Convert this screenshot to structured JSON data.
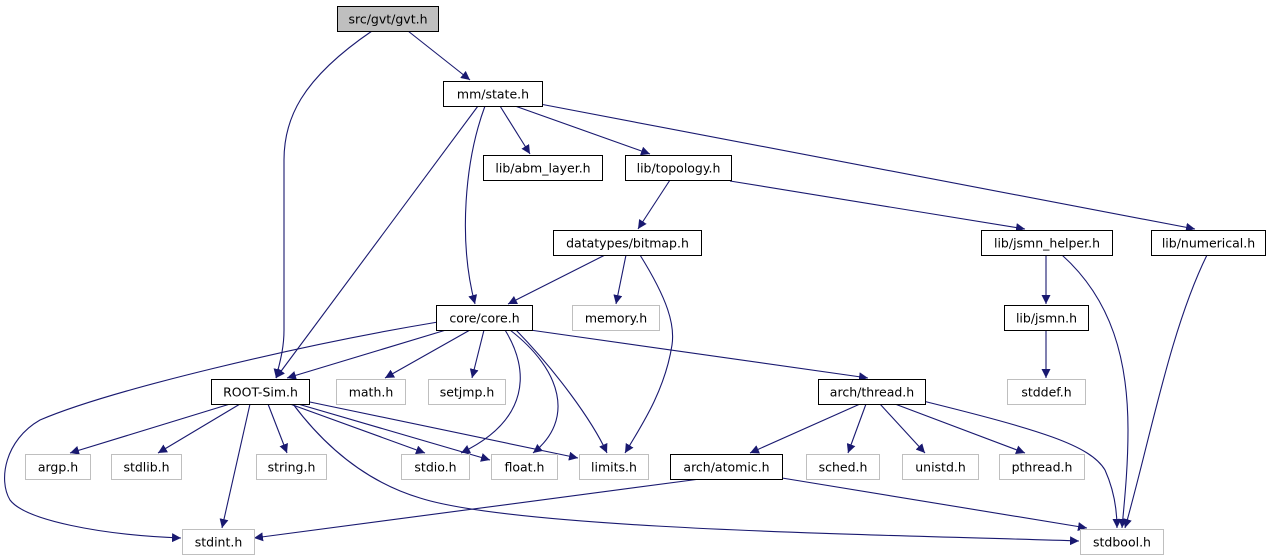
{
  "colors": {
    "edge": "#191970",
    "documented_border": "#000000",
    "undocumented_border": "#bfbfbf",
    "root_fill": "#bfbfbf",
    "node_fill": "#ffffff"
  },
  "nodes": {
    "src_gvt_gvt_h": {
      "label": "src/gvt/gvt.h",
      "kind": "root"
    },
    "mm_state_h": {
      "label": "mm/state.h",
      "kind": "documented"
    },
    "lib_abm_layer_h": {
      "label": "lib/abm_layer.h",
      "kind": "documented"
    },
    "lib_topology_h": {
      "label": "lib/topology.h",
      "kind": "documented"
    },
    "datatypes_bitmap_h": {
      "label": "datatypes/bitmap.h",
      "kind": "documented"
    },
    "lib_jsmn_helper_h": {
      "label": "lib/jsmn_helper.h",
      "kind": "documented"
    },
    "lib_numerical_h": {
      "label": "lib/numerical.h",
      "kind": "documented"
    },
    "core_core_h": {
      "label": "core/core.h",
      "kind": "documented"
    },
    "memory_h": {
      "label": "memory.h",
      "kind": "system"
    },
    "lib_jsmn_h": {
      "label": "lib/jsmn.h",
      "kind": "documented"
    },
    "root_sim_h": {
      "label": "ROOT-Sim.h",
      "kind": "documented"
    },
    "math_h": {
      "label": "math.h",
      "kind": "system"
    },
    "setjmp_h": {
      "label": "setjmp.h",
      "kind": "system"
    },
    "arch_thread_h": {
      "label": "arch/thread.h",
      "kind": "documented"
    },
    "stddef_h": {
      "label": "stddef.h",
      "kind": "system"
    },
    "argp_h": {
      "label": "argp.h",
      "kind": "system"
    },
    "stdlib_h": {
      "label": "stdlib.h",
      "kind": "system"
    },
    "string_h": {
      "label": "string.h",
      "kind": "system"
    },
    "stdio_h": {
      "label": "stdio.h",
      "kind": "system"
    },
    "float_h": {
      "label": "float.h",
      "kind": "system"
    },
    "limits_h": {
      "label": "limits.h",
      "kind": "system"
    },
    "arch_atomic_h": {
      "label": "arch/atomic.h",
      "kind": "documented"
    },
    "sched_h": {
      "label": "sched.h",
      "kind": "system"
    },
    "unistd_h": {
      "label": "unistd.h",
      "kind": "system"
    },
    "pthread_h": {
      "label": "pthread.h",
      "kind": "system"
    },
    "stdint_h": {
      "label": "stdint.h",
      "kind": "system"
    },
    "stdbool_h": {
      "label": "stdbool.h",
      "kind": "system"
    }
  },
  "edges": [
    [
      "src_gvt_gvt_h",
      "mm_state_h"
    ],
    [
      "src_gvt_gvt_h",
      "root_sim_h"
    ],
    [
      "mm_state_h",
      "lib_abm_layer_h"
    ],
    [
      "mm_state_h",
      "lib_topology_h"
    ],
    [
      "mm_state_h",
      "lib_numerical_h"
    ],
    [
      "mm_state_h",
      "core_core_h"
    ],
    [
      "mm_state_h",
      "root_sim_h"
    ],
    [
      "lib_topology_h",
      "datatypes_bitmap_h"
    ],
    [
      "lib_topology_h",
      "lib_jsmn_helper_h"
    ],
    [
      "datatypes_bitmap_h",
      "core_core_h"
    ],
    [
      "datatypes_bitmap_h",
      "memory_h"
    ],
    [
      "datatypes_bitmap_h",
      "limits_h"
    ],
    [
      "lib_jsmn_helper_h",
      "lib_jsmn_h"
    ],
    [
      "lib_jsmn_helper_h",
      "stdbool_h"
    ],
    [
      "lib_jsmn_h",
      "stddef_h"
    ],
    [
      "lib_numerical_h",
      "stdbool_h"
    ],
    [
      "core_core_h",
      "root_sim_h"
    ],
    [
      "core_core_h",
      "math_h"
    ],
    [
      "core_core_h",
      "setjmp_h"
    ],
    [
      "core_core_h",
      "arch_thread_h"
    ],
    [
      "core_core_h",
      "stdio_h"
    ],
    [
      "core_core_h",
      "float_h"
    ],
    [
      "core_core_h",
      "limits_h"
    ],
    [
      "core_core_h",
      "stdint_h"
    ],
    [
      "root_sim_h",
      "argp_h"
    ],
    [
      "root_sim_h",
      "stdlib_h"
    ],
    [
      "root_sim_h",
      "string_h"
    ],
    [
      "root_sim_h",
      "stdio_h"
    ],
    [
      "root_sim_h",
      "float_h"
    ],
    [
      "root_sim_h",
      "limits_h"
    ],
    [
      "root_sim_h",
      "stdint_h"
    ],
    [
      "root_sim_h",
      "stdbool_h"
    ],
    [
      "arch_thread_h",
      "arch_atomic_h"
    ],
    [
      "arch_thread_h",
      "sched_h"
    ],
    [
      "arch_thread_h",
      "unistd_h"
    ],
    [
      "arch_thread_h",
      "pthread_h"
    ],
    [
      "arch_thread_h",
      "stdbool_h"
    ],
    [
      "arch_atomic_h",
      "stdint_h"
    ],
    [
      "arch_atomic_h",
      "stdbool_h"
    ]
  ]
}
